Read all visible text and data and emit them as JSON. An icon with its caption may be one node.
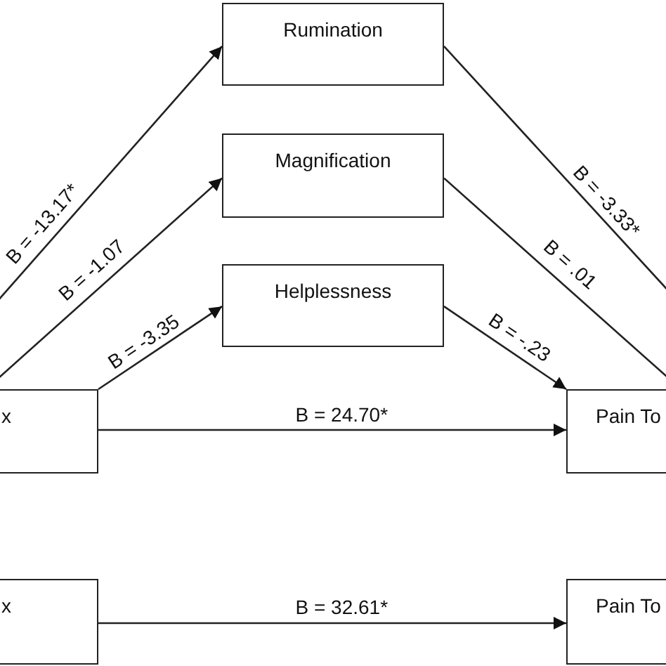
{
  "diagram": {
    "nodes": [
      {
        "text": [
          "Rumination"
        ]
      },
      {
        "text": [
          "Magnification"
        ]
      },
      {
        "text": [
          "Helplessness"
        ]
      },
      {
        "text": [
          "x"
        ]
      },
      {
        "text": [
          "Pain To"
        ]
      },
      {
        "text": [
          "x"
        ]
      },
      {
        "text": [
          "Pain To"
        ]
      }
    ],
    "edges": [
      {
        "from": 3,
        "to": 0,
        "arrow": "to",
        "label": "B = -13.17*"
      },
      {
        "from": 3,
        "to": 1,
        "arrow": "to",
        "label": "B = -1.07"
      },
      {
        "from": 3,
        "to": 2,
        "arrow": "to",
        "label": "B = -3.35"
      },
      {
        "from": 0,
        "to": 4,
        "arrow": "to",
        "label": "B = -3.33*"
      },
      {
        "from": 1,
        "to": 4,
        "arrow": "to",
        "label": "B = .01"
      },
      {
        "from": 2,
        "to": 4,
        "arrow": "to",
        "label": "B = -.23"
      },
      {
        "from": 3,
        "to": 4,
        "arrow": "to",
        "label": "B = 24.70*"
      },
      {
        "from": 5,
        "to": 6,
        "arrow": "to",
        "label": "B = 32.61*"
      }
    ]
  }
}
